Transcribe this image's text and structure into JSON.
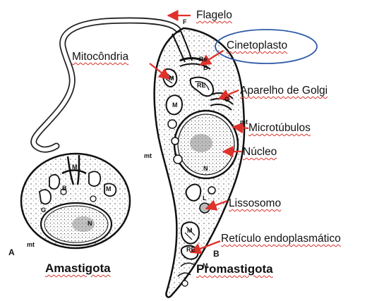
{
  "labels": {
    "flagelo": "Flagelo",
    "cinetoplasto": "Cinetoplasto",
    "mitocondria": "Mitocôndria",
    "golgi": "Aparelho de Golgi",
    "microtubulos": "Microtúbulos",
    "nucleo": "Núcleo",
    "lissosomo": "Lissosomo",
    "reticulo": "Retículo endoplasmático"
  },
  "captions": {
    "amastigota": "Amastigota",
    "promastigota": "Promastigota"
  },
  "panel_letters": {
    "a": "A",
    "b": "B"
  },
  "structure_letters": {
    "f": "F",
    "re_top": "Re",
    "b_top": "B",
    "m_top": "M",
    "re_mid": "RE",
    "g": "G",
    "m_mid": "M",
    "mt_right": "mt",
    "mt_left": "mt",
    "n_pro": "N",
    "l": "L",
    "m_low": "M",
    "re_low": "RE",
    "m_bottom": "M",
    "ama_m": "M",
    "ama_b": "B",
    "ama_m2": "M",
    "ama_g": "G",
    "ama_n": "N",
    "ama_mt": "mt"
  },
  "colors": {
    "arrow": "#e0312b",
    "highlight_ellipse": "#2f5aa8",
    "spellcheck_underline": "#d7312a"
  }
}
